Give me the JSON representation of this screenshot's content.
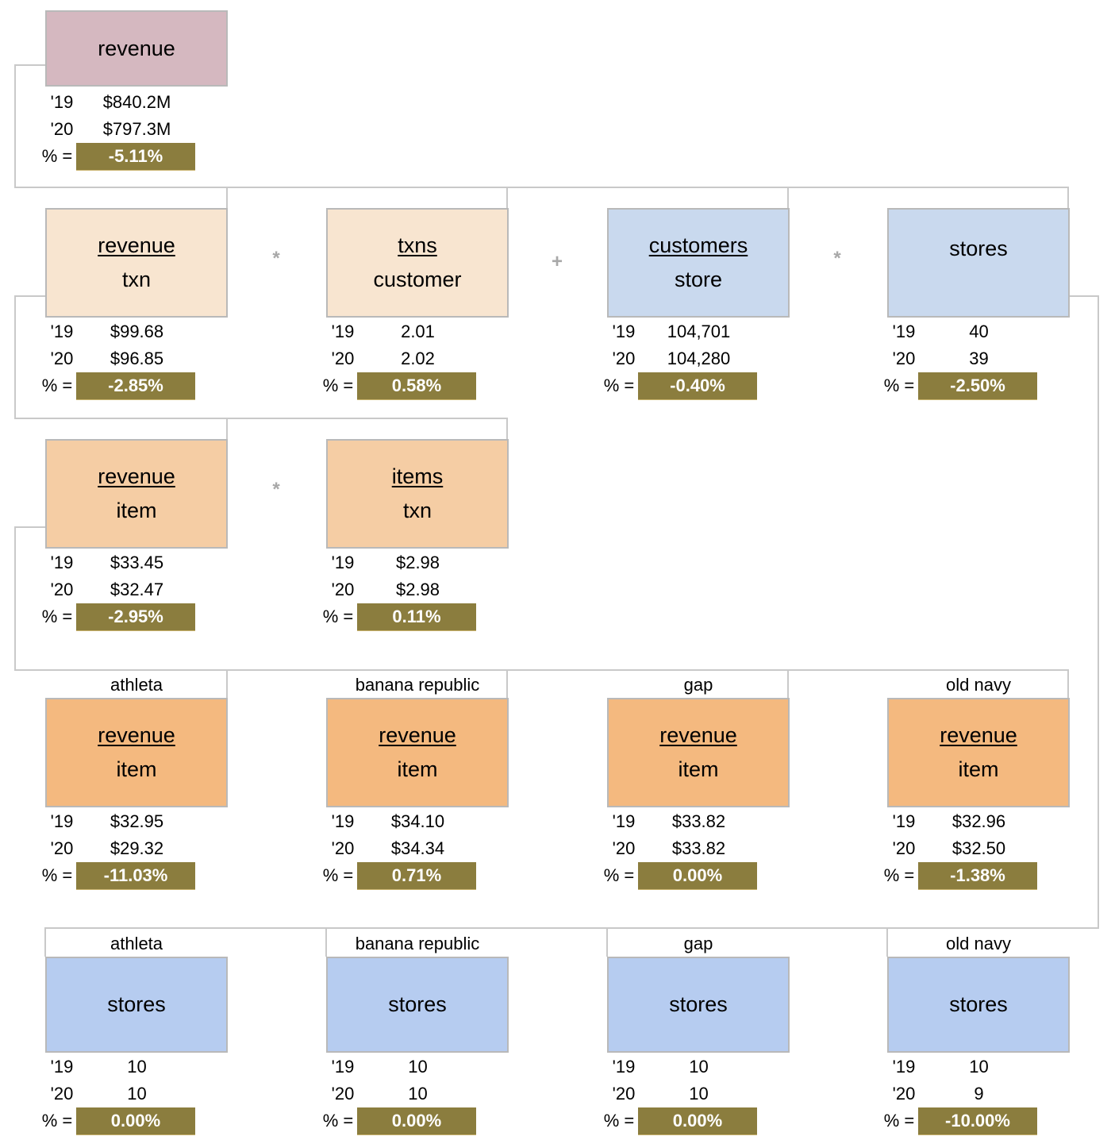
{
  "colors": {
    "revenue_box": "#d5b8c0",
    "light_peach": "#f8e5d0",
    "mid_orange": "#f5cda4",
    "deep_orange": "#f4b97f",
    "blue_box": "#c9d9ee",
    "mid_blue": "#b6ccf0",
    "pct_bar": "#8b7d3e",
    "wire": "#c9c9c9"
  },
  "pct_label": "% =",
  "nodes": [
    {
      "id": "revenue",
      "top": "revenue",
      "bottom": "",
      "ratio": false,
      "color": "#d5b8c0",
      "years": [
        "'19",
        "'20"
      ],
      "values": [
        "$840.2M",
        "$797.3M"
      ],
      "pct": "-5.11%"
    },
    {
      "id": "revenue-per-txn",
      "top": "revenue",
      "bottom": "txn",
      "ratio": true,
      "color": "#f8e5d0",
      "years": [
        "'19",
        "'20"
      ],
      "values": [
        "$99.68",
        "$96.85"
      ],
      "pct": "-2.85%"
    },
    {
      "id": "txns-per-customer",
      "top": "txns",
      "bottom": "customer",
      "ratio": true,
      "color": "#f8e5d0",
      "years": [
        "'19",
        "'20"
      ],
      "values": [
        "2.01",
        "2.02"
      ],
      "pct": "0.58%"
    },
    {
      "id": "customers-per-store",
      "top": "customers",
      "bottom": "store",
      "ratio": true,
      "color": "#c9d9ee",
      "years": [
        "'19",
        "'20"
      ],
      "values": [
        "104,701",
        "104,280"
      ],
      "pct": "-0.40%"
    },
    {
      "id": "stores",
      "top": "stores",
      "bottom": "",
      "ratio": false,
      "color": "#c9d9ee",
      "years": [
        "'19",
        "'20"
      ],
      "values": [
        "40",
        "39"
      ],
      "pct": "-2.50%"
    },
    {
      "id": "revenue-per-item",
      "top": "revenue",
      "bottom": "item",
      "ratio": true,
      "color": "#f5cda4",
      "years": [
        "'19",
        "'20"
      ],
      "values": [
        "$33.45",
        "$32.47"
      ],
      "pct": "-2.95%"
    },
    {
      "id": "items-per-txn",
      "top": "items",
      "bottom": "txn",
      "ratio": true,
      "color": "#f5cda4",
      "years": [
        "'19",
        "'20"
      ],
      "values": [
        "$2.98",
        "$2.98"
      ],
      "pct": "0.11%"
    },
    {
      "id": "athleta-revenue-per-item",
      "segment": "athleta",
      "top": "revenue",
      "bottom": "item",
      "ratio": true,
      "color": "#f4b97f",
      "years": [
        "'19",
        "'20"
      ],
      "values": [
        "$32.95",
        "$29.32"
      ],
      "pct": "-11.03%"
    },
    {
      "id": "banana-republic-revenue-per-item",
      "segment": "banana republic",
      "top": "revenue",
      "bottom": "item",
      "ratio": true,
      "color": "#f4b97f",
      "years": [
        "'19",
        "'20"
      ],
      "values": [
        "$34.10",
        "$34.34"
      ],
      "pct": "0.71%"
    },
    {
      "id": "gap-revenue-per-item",
      "segment": "gap",
      "top": "revenue",
      "bottom": "item",
      "ratio": true,
      "color": "#f4b97f",
      "years": [
        "'19",
        "'20"
      ],
      "values": [
        "$33.82",
        "$33.82"
      ],
      "pct": "0.00%"
    },
    {
      "id": "old-navy-revenue-per-item",
      "segment": "old navy",
      "top": "revenue",
      "bottom": "item",
      "ratio": true,
      "color": "#f4b97f",
      "years": [
        "'19",
        "'20"
      ],
      "values": [
        "$32.96",
        "$32.50"
      ],
      "pct": "-1.38%"
    },
    {
      "id": "athleta-stores",
      "segment": "athleta",
      "top": "stores",
      "bottom": "",
      "ratio": false,
      "color": "#b6ccf0",
      "years": [
        "'19",
        "'20"
      ],
      "values": [
        "10",
        "10"
      ],
      "pct": "0.00%"
    },
    {
      "id": "banana-republic-stores",
      "segment": "banana republic",
      "top": "stores",
      "bottom": "",
      "ratio": false,
      "color": "#b6ccf0",
      "years": [
        "'19",
        "'20"
      ],
      "values": [
        "10",
        "10"
      ],
      "pct": "0.00%"
    },
    {
      "id": "gap-stores",
      "segment": "gap",
      "top": "stores",
      "bottom": "",
      "ratio": false,
      "color": "#b6ccf0",
      "years": [
        "'19",
        "'20"
      ],
      "values": [
        "10",
        "10"
      ],
      "pct": "0.00%"
    },
    {
      "id": "old-navy-stores",
      "segment": "old navy",
      "top": "stores",
      "bottom": "",
      "ratio": false,
      "color": "#b6ccf0",
      "years": [
        "'19",
        "'20"
      ],
      "values": [
        "10",
        "9"
      ],
      "pct": "-10.00%"
    }
  ],
  "operators": [
    "*",
    "+",
    "*",
    "*"
  ]
}
